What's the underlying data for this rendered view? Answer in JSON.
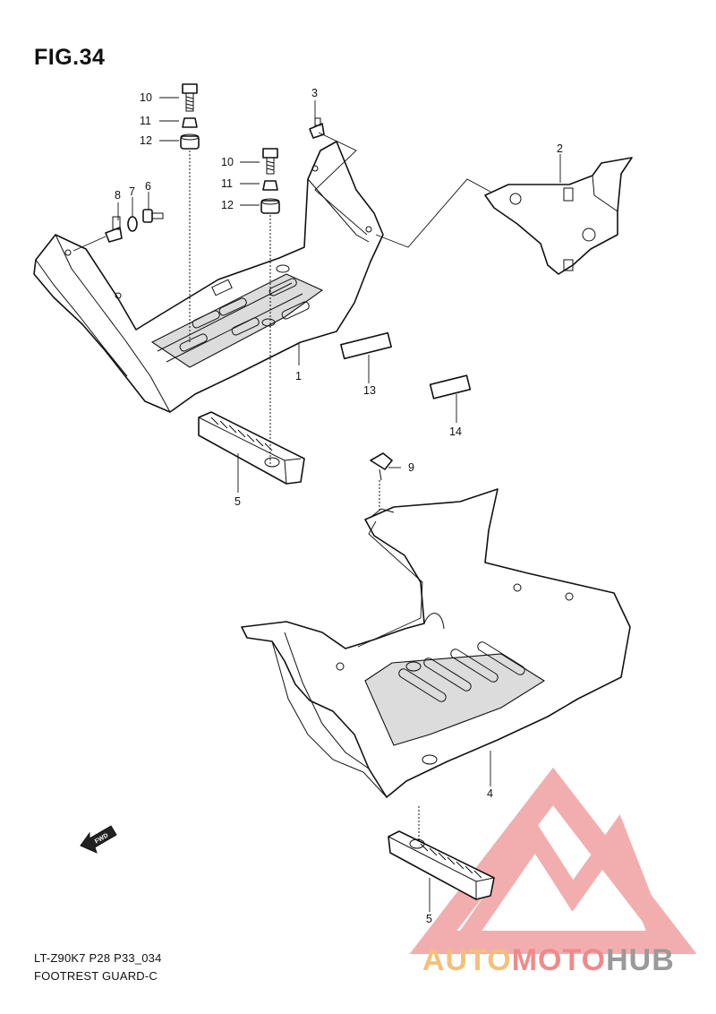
{
  "figure": {
    "title": "FIG.34"
  },
  "footer": {
    "code": "LT-Z90K7 P28 P33_034",
    "name": "FOOTREST GUARD-C"
  },
  "fwd_label": "FWD",
  "callouts": {
    "c1": "1",
    "c2": "2",
    "c3": "3",
    "c4": "4",
    "c5a": "5",
    "c5b": "5",
    "c6": "6",
    "c7": "7",
    "c8": "8",
    "c9": "9",
    "c10a": "10",
    "c10b": "10",
    "c11a": "11",
    "c11b": "11",
    "c12a": "12",
    "c12b": "12",
    "c13": "13",
    "c14": "14"
  },
  "watermark": {
    "part1": "AUTO",
    "part2": "MOTO",
    "part3": "HUB",
    "colors": {
      "triangle": "#f0a0a0",
      "part1": "#f3c07a",
      "part2": "#f08a8a",
      "part3": "#9a9a9a"
    }
  }
}
